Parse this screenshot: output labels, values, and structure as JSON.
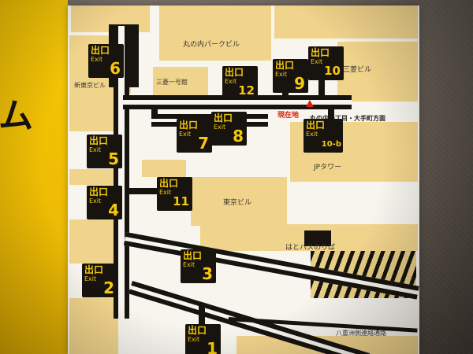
{
  "photo": {
    "side_text": "ム"
  },
  "map": {
    "exit_label_jp": "出口",
    "exit_label_en": "Exit",
    "exits": [
      {
        "num": "6"
      },
      {
        "num": "12"
      },
      {
        "num": "9"
      },
      {
        "num": "10"
      },
      {
        "num": "5"
      },
      {
        "num": "7"
      },
      {
        "num": "8"
      },
      {
        "num": "10-b"
      },
      {
        "num": "11"
      },
      {
        "num": "4"
      },
      {
        "num": "3"
      },
      {
        "num": "2"
      },
      {
        "num": "1"
      }
    ],
    "buildings": {
      "marunouchi_park": "丸の内パークビル",
      "mitsubishi": "三菱ビル",
      "shin_tokyo": "新東京ビル",
      "mitsubishi_ichigokan": "三菱一号館",
      "jp_tower": "JPタワー",
      "tokyo_building": "東京ビル",
      "hatobus": "はとバスのりば",
      "yaesu_passage": "八重洲側連絡通路"
    },
    "labels": {
      "current_location": "現在地",
      "direction": "丸の内一丁目・大手町方面"
    },
    "colors": {
      "sign_yellow": "#f2c205",
      "building_tan": "#f1d48c",
      "exit_black": "#17130e",
      "exit_text_yellow": "#f6c80e",
      "marker_red": "#d62310"
    }
  }
}
